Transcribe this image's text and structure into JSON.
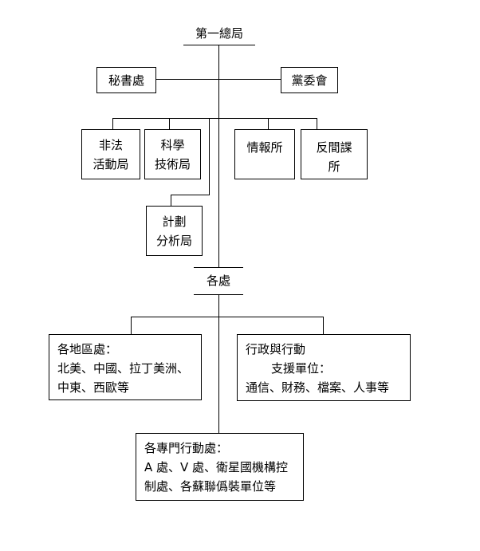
{
  "diagram": {
    "root": "第一總局",
    "secretariat": "秘書處",
    "party_committee": "黨委會",
    "illegal_activities": [
      "非法",
      "活動局"
    ],
    "science_tech": [
      "科學",
      "技術局"
    ],
    "intelligence": "情報所",
    "counter_espionage": [
      "反間諜",
      "所"
    ],
    "planning_analysis": [
      "計劃",
      "分析局"
    ],
    "departments": "各處",
    "regional": [
      "各地區處：",
      "北美、中國、拉丁美洲、",
      "中東、西歐等"
    ],
    "admin_support": [
      "行政與行動",
      "支援單位：",
      "通信、財務、檔案、人事等"
    ],
    "special_ops": [
      "各專門行動處：",
      "A 處、V 處、衛星國機構控",
      "制處、各蘇聯僞裝單位等"
    ]
  }
}
